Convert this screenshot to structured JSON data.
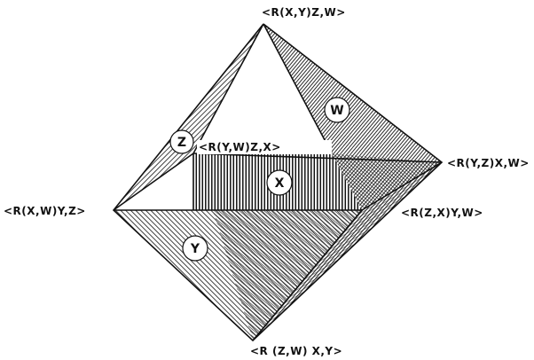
{
  "vertices": {
    "top": "<R(X,Y)Z,W>",
    "right": "<R(Y,Z)X,W>",
    "left": "<R(X,W)Y,Z>",
    "inner": "<R(Y,W)Z,X>",
    "mid_right": "<R(Z,X)Y,W>",
    "bottom": "<R (Z,W) X,Y>"
  },
  "faces": {
    "w": "W",
    "z": "Z",
    "x": "X",
    "y": "Y"
  },
  "colors": {
    "ink": "#111111",
    "paper": "#ffffff"
  }
}
